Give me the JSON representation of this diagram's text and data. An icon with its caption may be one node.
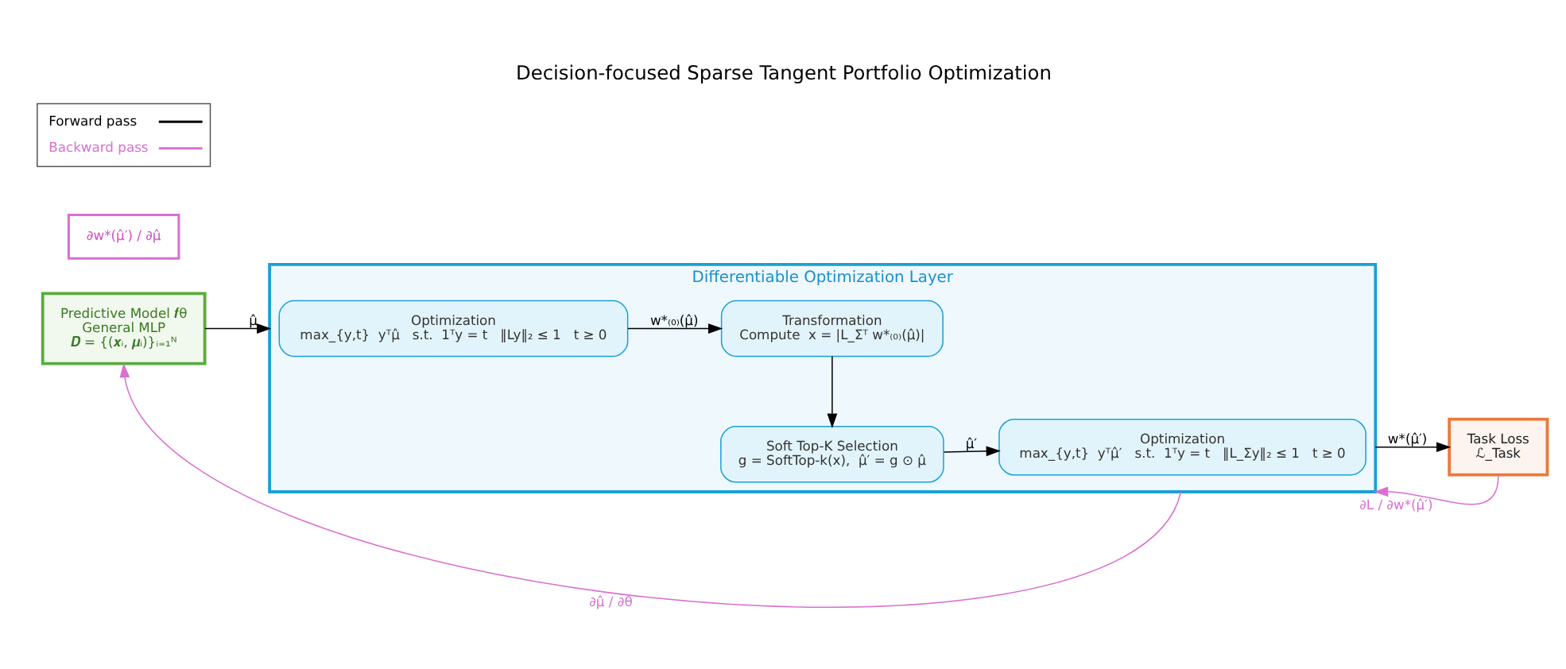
{
  "diagram": {
    "title": "Decision-focused Sparse Tangent Portfolio Optimization",
    "nodes": [
      {
        "text": [
          "Predictive Model 𝒇θ",
          "General MLP",
          "𝑫 = {(𝒙ᵢ, 𝝁ᵢ)}ᵢ₌₁ᴺ"
        ]
      },
      {
        "text": [
          "Differentiable Optimization Layer"
        ]
      },
      {
        "text": [
          "Optimization",
          "max_{y,t}  yᵀμ̂   s.t.  1ᵀy = t   ‖Ly‖₂ ≤ 1   t ≥ 0"
        ],
        "in": 1
      },
      {
        "text": [
          "Transformation",
          "Compute  x = |L_Σᵀ w*₍₀₎(μ̂)|"
        ],
        "in": 1
      },
      {
        "text": [
          "Soft Top-K Selection",
          "g = SoftTop-k(x),  μ̂′ = g ⊙ μ̂"
        ],
        "in": 1
      },
      {
        "text": [
          "Optimization",
          "max_{y,t}  yᵀμ̂′   s.t.  1ᵀy = t   ‖L_Σy‖₂ ≤ 1   t ≥ 0"
        ],
        "in": 1
      },
      {
        "text": [
          "Task Loss",
          "ℒ_Task"
        ]
      },
      {
        "text": [
          "∂w*(μ̂′) / ∂μ̂"
        ]
      }
    ],
    "edges": [
      {
        "from": 0,
        "to": 1,
        "arrow": "to",
        "label": "μ̂"
      },
      {
        "from": 2,
        "to": 3,
        "arrow": "to",
        "label": "w*₍₀₎(μ̂)"
      },
      {
        "from": 3,
        "to": 4,
        "arrow": "to"
      },
      {
        "from": 4,
        "to": 5,
        "arrow": "to",
        "label": "μ̂′"
      },
      {
        "from": 1,
        "to": 6,
        "arrow": "to",
        "label": "w*(μ̂′)"
      },
      {
        "from": 6,
        "to": 1,
        "arrow": "to",
        "label": "∂L / ∂w*(μ̂′)",
        "color": "#d96fd0"
      },
      {
        "from": 1,
        "to": 0,
        "arrow": "to",
        "label": "∂μ̂ / ∂θ",
        "color": "#d96fd0"
      }
    ],
    "legend": [
      {
        "text": "Forward pass"
      },
      {
        "text": "Backward pass"
      }
    ]
  }
}
